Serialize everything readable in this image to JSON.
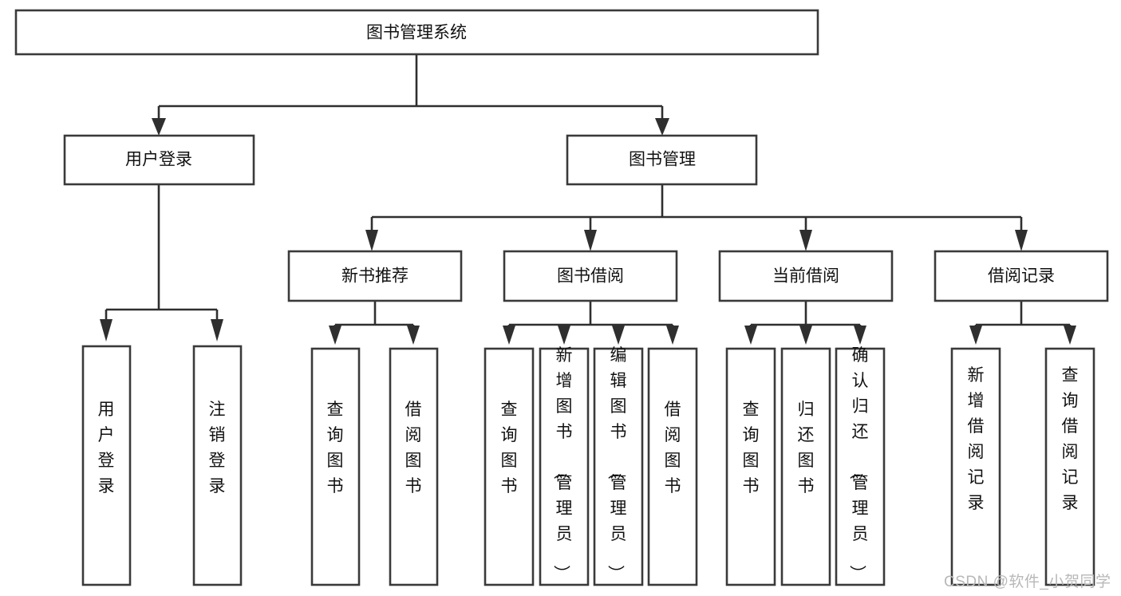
{
  "diagram": {
    "title": "图书管理系统",
    "type": "tree-hierarchy",
    "watermark": "CSDN @软件_小贺同学",
    "colors": {
      "box_stroke": "#3a3a3a",
      "box_fill": "#ffffff",
      "connector": "#2f2f2f",
      "text": "#111111",
      "watermark": "#b8b8b8",
      "background": "#ffffff"
    },
    "root": {
      "label": "图书管理系统"
    },
    "level2": [
      {
        "label": "用户登录"
      },
      {
        "label": "图书管理"
      }
    ],
    "level3": [
      {
        "label": "新书推荐"
      },
      {
        "label": "图书借阅"
      },
      {
        "label": "当前借阅"
      },
      {
        "label": "借阅记录"
      }
    ],
    "leaves": {
      "user_login": [
        {
          "label": "用户登录"
        },
        {
          "label": "注销登录"
        }
      ],
      "new_book_recommend": [
        {
          "label": "查询图书"
        },
        {
          "label": "借阅图书"
        }
      ],
      "book_borrow": [
        {
          "label": "查询图书"
        },
        {
          "label": "新增图书（管理员）"
        },
        {
          "label": "编辑图书（管理员）"
        },
        {
          "label": "借阅图书"
        }
      ],
      "current_borrow": [
        {
          "label": "查询图书"
        },
        {
          "label": "归还图书"
        },
        {
          "label": "确认归还（管理员）"
        }
      ],
      "borrow_record": [
        {
          "label": "新增借阅记录"
        },
        {
          "label": "查询借阅记录"
        }
      ]
    }
  }
}
